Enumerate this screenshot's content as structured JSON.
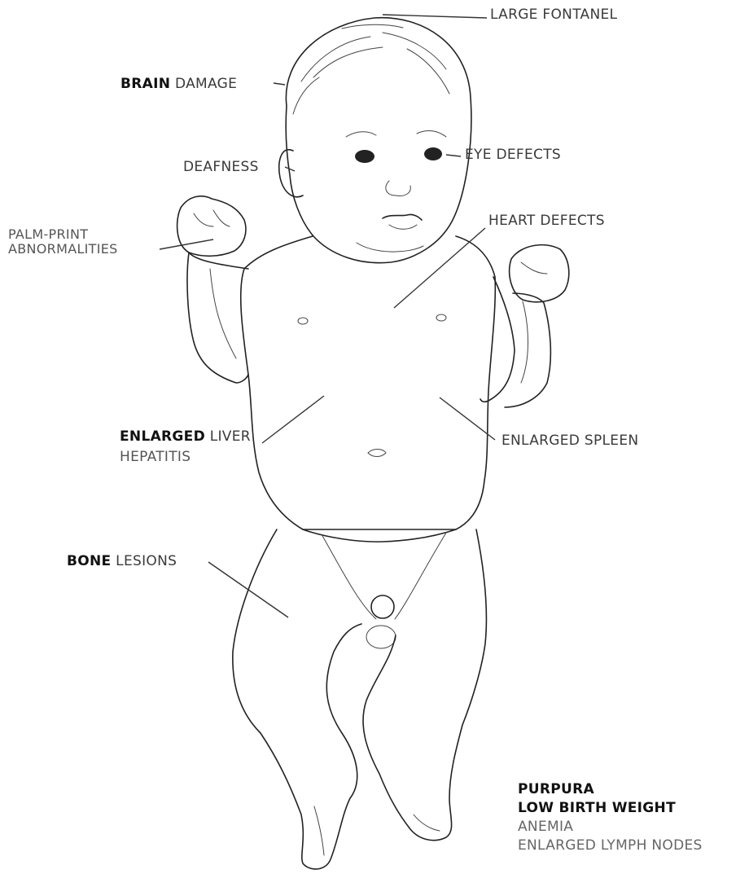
{
  "labels": {
    "large_fontanel": "LARGE FONTANEL",
    "brain_bold": "BRAIN",
    "brain_rest": "DAMAGE",
    "deafness": "DEAFNESS",
    "eye_defects": "EYE DEFECTS",
    "palm_line1": "PALM-PRINT",
    "palm_line2": "ABNORMALITIES",
    "heart_defects": "HEART DEFECTS",
    "liver_bold": "ENLARGED",
    "liver_rest": "LIVER",
    "hepatitis": "HEPATITIS",
    "spleen": "ENLARGED SPLEEN",
    "bone_bold": "BONE",
    "bone_rest": "LESIONS",
    "purpura": "PURPURA",
    "low_birth_weight": "LOW BIRTH WEIGHT",
    "anemia": "ANEMIA",
    "lymph_nodes": "ENLARGED LYMPH NODES"
  },
  "colors": {
    "ink": "#222222",
    "bold_text": "#111111",
    "light_text": "#555555"
  }
}
